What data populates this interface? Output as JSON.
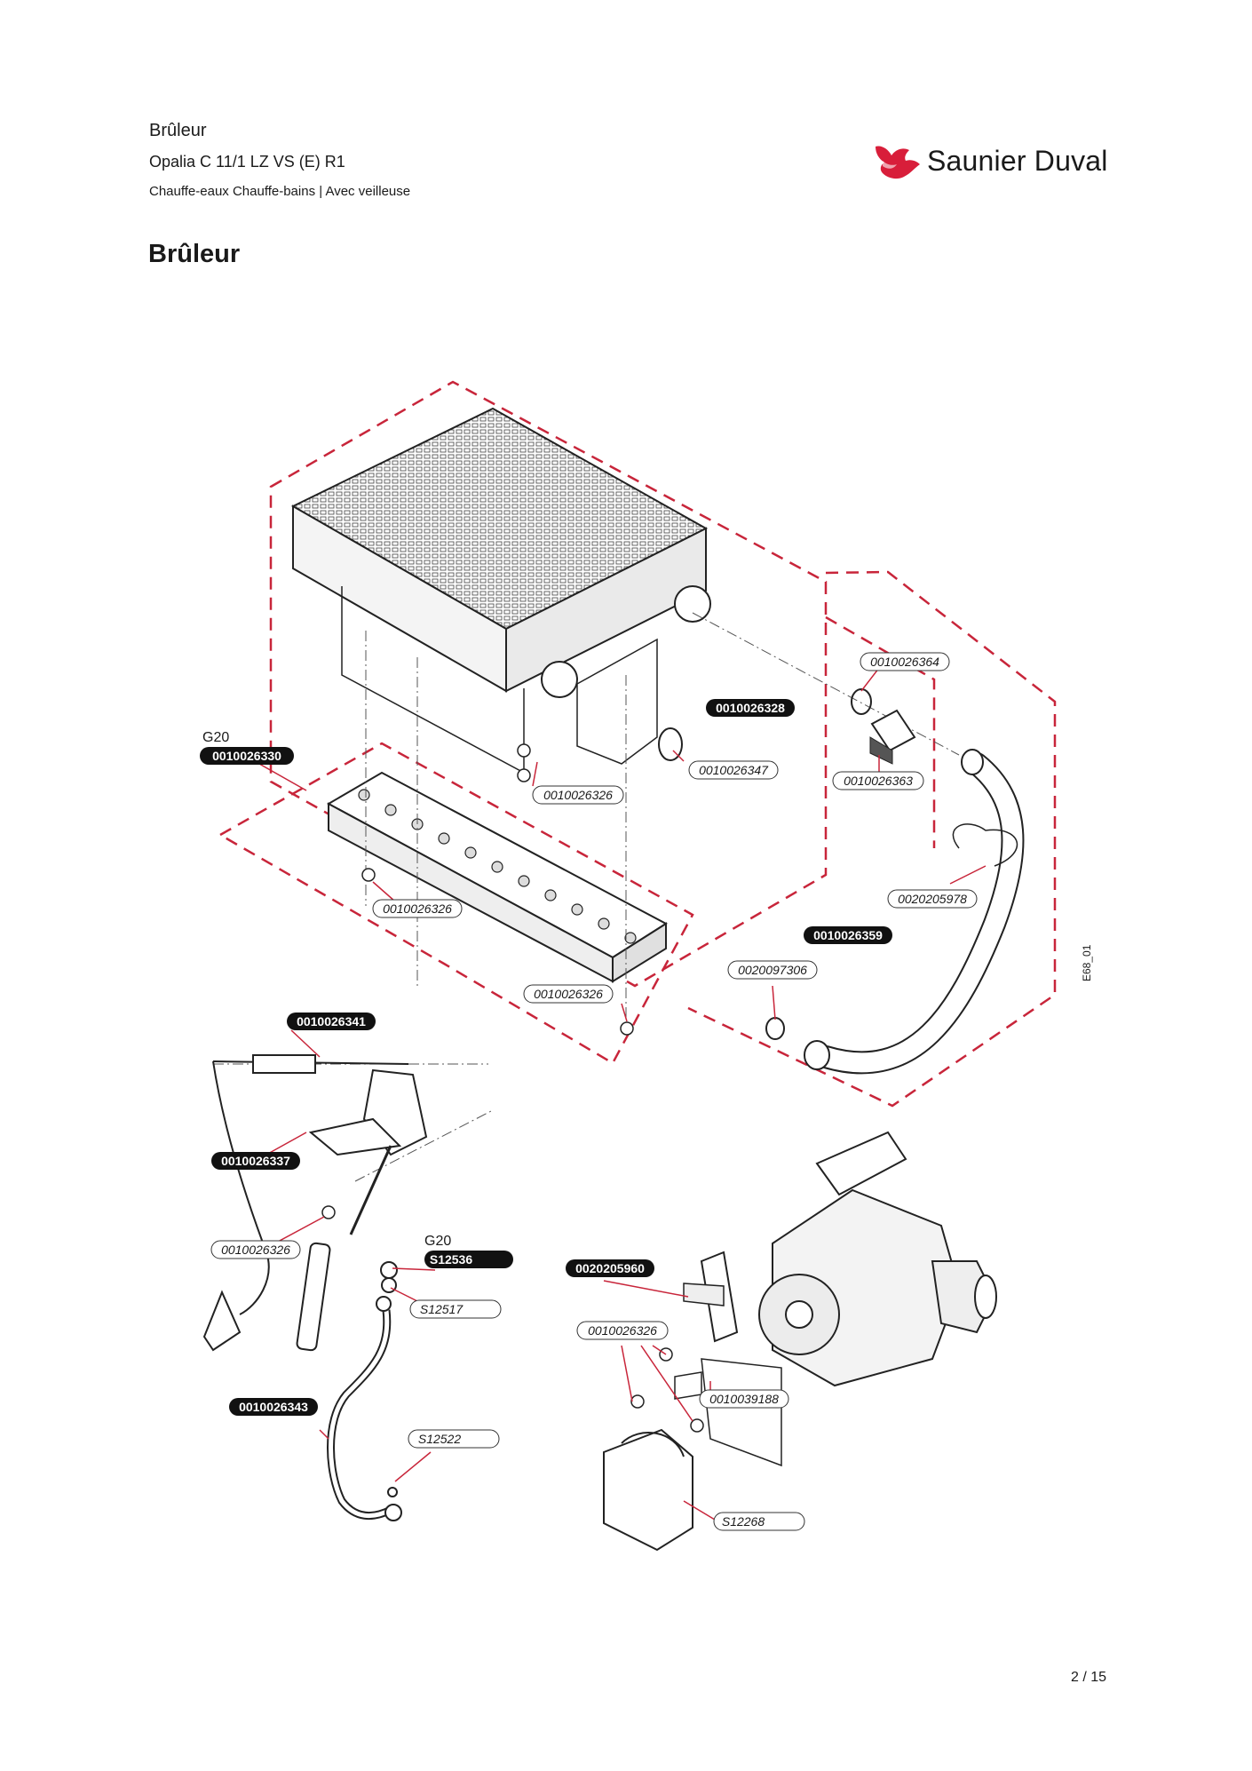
{
  "header": {
    "section": "Brûleur",
    "model": "Opalia C 11/1 LZ VS (E) R1",
    "category": "Chauffe-eaux Chauffe-bains | Avec veilleuse"
  },
  "page_title": "Brûleur",
  "brand": {
    "name": "Saunier Duval",
    "color": "#d81e3a"
  },
  "diagram": {
    "code": "E68_01",
    "labels": {
      "burner_main": "0010026330",
      "burner_gas": "G20",
      "heat_exchanger": "0010026328",
      "screw_top": "0010026326",
      "screw_mid": "0010026326",
      "screw_bottom": "0010026326",
      "screw_pilot": "0010026326",
      "screw_valve": "0010026326",
      "seal_hx": "0010026347",
      "seal_top": "0010026364",
      "clip": "0010026363",
      "clip_spring": "0020205978",
      "pipe": "0010026359",
      "seal_pipe": "0020097306",
      "thermocouple": "0010026341",
      "pilot": "0010026337",
      "injector": "S12536",
      "injector_gas": "G20",
      "nut": "S12517",
      "pilot_tube": "0010026343",
      "ferrule": "S12522",
      "microswitch": "0020205960",
      "bracket": "0010039188",
      "box": "S12268"
    }
  }
}
